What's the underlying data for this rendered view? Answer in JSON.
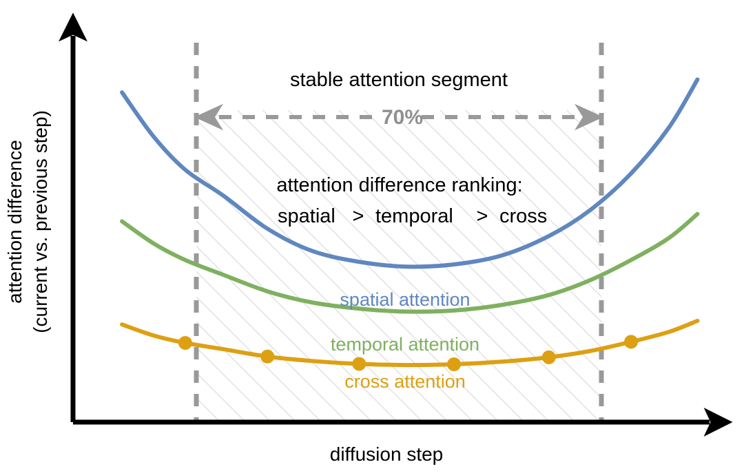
{
  "figure": {
    "background": "#ffffff",
    "axis_color": "#000000",
    "hatch_color": "#dcdcdc",
    "dash_color": "#999999"
  },
  "labels": {
    "ylabel_line1": "attention difference",
    "ylabel_line2": "(current vs. previous step)",
    "xlabel": "diffusion step",
    "segment_title": "stable attention segment",
    "segment_percent": "70%",
    "ranking_title": "attention difference ranking:",
    "ranking_spatial": "spatial",
    "ranking_gt1": ">",
    "ranking_temporal": "temporal",
    "ranking_gt2": ">",
    "ranking_cross": "cross",
    "series_label_spatial": "spatial attention",
    "series_label_temporal": "temporal attention",
    "series_label_cross": "cross attention"
  },
  "chart_data": {
    "type": "line",
    "title": "stable attention segment",
    "xlabel": "diffusion step",
    "ylabel": "attention difference (current vs. previous step)",
    "grid": false,
    "legend_position": "inline-on-curves",
    "axis_style": "arrow-axes-no-ticks",
    "xlim": [
      0,
      1
    ],
    "ylim": [
      0,
      1
    ],
    "annotations": [
      {
        "text": "stable attention segment",
        "x": 0.5,
        "y": 0.88,
        "color": "#000000"
      },
      {
        "text": "70%",
        "x": 0.5,
        "y": 0.755,
        "color": "#8f8f8f"
      },
      {
        "text": "attention difference ranking:",
        "x": 0.5,
        "y": 0.565,
        "color": "#000000"
      },
      {
        "text": "spatial > temporal > cross",
        "x": 0.5,
        "y": 0.49,
        "color": "mixed"
      }
    ],
    "shaded_region": {
      "label": "stable attention segment",
      "x_start_frac": 0.186,
      "x_end_frac": 0.81,
      "width_percent": 70,
      "style": "diagonal-hatch",
      "border": "gray dashed vertical lines"
    },
    "series": [
      {
        "name": "spatial attention",
        "color": "#5f87c0",
        "marker": "triangle-up",
        "x": [
          0.06,
          0.11,
          0.16,
          0.22,
          0.29,
          0.36,
          0.435,
          0.51,
          0.585,
          0.66,
          0.735,
          0.8,
          0.865,
          0.925,
          0.97
        ],
        "y": [
          0.895,
          0.775,
          0.685,
          0.615,
          0.525,
          0.465,
          0.435,
          0.422,
          0.428,
          0.452,
          0.505,
          0.575,
          0.675,
          0.8,
          0.93
        ]
      },
      {
        "name": "temporal attention",
        "color": "#7fb05f",
        "marker": "diamond",
        "x": [
          0.06,
          0.11,
          0.16,
          0.22,
          0.29,
          0.36,
          0.435,
          0.51,
          0.585,
          0.66,
          0.735,
          0.8,
          0.865,
          0.925,
          0.97
        ],
        "y": [
          0.545,
          0.485,
          0.44,
          0.4,
          0.355,
          0.325,
          0.308,
          0.3,
          0.303,
          0.318,
          0.345,
          0.385,
          0.44,
          0.5,
          0.565
        ]
      },
      {
        "name": "cross attention",
        "color": "#dda013",
        "marker": "circle",
        "x": [
          0.06,
          0.11,
          0.16,
          0.22,
          0.29,
          0.36,
          0.435,
          0.51,
          0.585,
          0.66,
          0.735,
          0.8,
          0.865,
          0.925,
          0.97
        ],
        "y": [
          0.265,
          0.235,
          0.215,
          0.198,
          0.178,
          0.166,
          0.158,
          0.155,
          0.157,
          0.164,
          0.176,
          0.193,
          0.218,
          0.245,
          0.275
        ]
      }
    ],
    "ranking": [
      "spatial",
      "temporal",
      "cross"
    ],
    "ranking_text": "spatial > temporal > cross"
  },
  "colors": {
    "spatial": "#5f87c0",
    "temporal": "#7fb05f",
    "cross": "#dda013",
    "gray": "#8f8f8f",
    "black": "#000000"
  }
}
